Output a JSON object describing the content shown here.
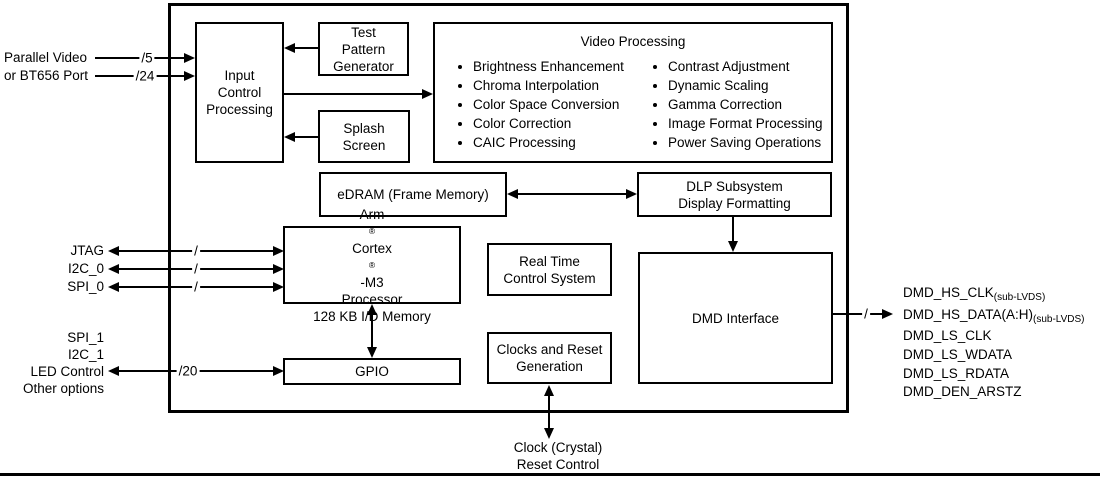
{
  "boxes": {
    "input_control": {
      "lines": [
        "Input",
        "Control",
        "Processing"
      ]
    },
    "test_pattern": {
      "lines": [
        "Test",
        "Pattern",
        "Generator"
      ]
    },
    "splash": {
      "lines": [
        "Splash",
        "Screen"
      ]
    },
    "video_processing": {
      "title": "Video Processing",
      "left_items": [
        "Brightness Enhancement",
        "Chroma Interpolation",
        "Color Space Conversion",
        "Color Correction",
        "CAIC Processing"
      ],
      "right_items": [
        "Contrast Adjustment",
        "Dynamic Scaling",
        "Gamma Correction",
        "Image Format Processing",
        "Power Saving Operations"
      ]
    },
    "edram": {
      "label": "eDRAM (Frame Memory)"
    },
    "dlp_subsystem": {
      "lines": [
        "DLP Subsystem",
        "Display Formatting"
      ]
    },
    "arm": {
      "brand": [
        "Arm",
        "®",
        " Cortex",
        "®",
        "-M3"
      ],
      "lines": [
        "Processor",
        "128 KB I/D Memory"
      ]
    },
    "rtcs": {
      "lines": [
        "Real Time",
        "Control System"
      ]
    },
    "clocks": {
      "lines": [
        "Clocks and Reset",
        "Generation"
      ]
    },
    "dmd_interface": {
      "label": "DMD Interface"
    },
    "gpio": {
      "label": "GPIO"
    }
  },
  "left_labels": {
    "video_input_lines": [
      "Parallel Video",
      "or BT656 Port"
    ],
    "bus_width_5": "/5",
    "bus_width_24": "/24",
    "jtag": "JTAG",
    "i2c_0": "I2C_0",
    "spi_0": "SPI_0",
    "bus_slash": "/",
    "gpio_group": [
      "SPI_1",
      "I2C_1",
      "LED Control",
      "Other options"
    ],
    "bus_width_20": "/20"
  },
  "right_labels": {
    "bus_slash": "/",
    "pins": [
      {
        "name": "DMD_HS_CLK",
        "sub": "(sub-LVDS)"
      },
      {
        "name": "DMD_HS_DATA(A:H)",
        "sub": "(sub-LVDS)"
      },
      {
        "name": "DMD_LS_CLK",
        "sub": ""
      },
      {
        "name": "DMD_LS_WDATA",
        "sub": ""
      },
      {
        "name": "DMD_LS_RDATA",
        "sub": ""
      },
      {
        "name": "DMD_DEN_ARSTZ",
        "sub": ""
      }
    ]
  },
  "bottom_labels": {
    "clock_lines": [
      "Clock (Crystal)",
      "Reset Control"
    ]
  },
  "colors": {
    "ink": "#000000",
    "paper": "#ffffff"
  }
}
